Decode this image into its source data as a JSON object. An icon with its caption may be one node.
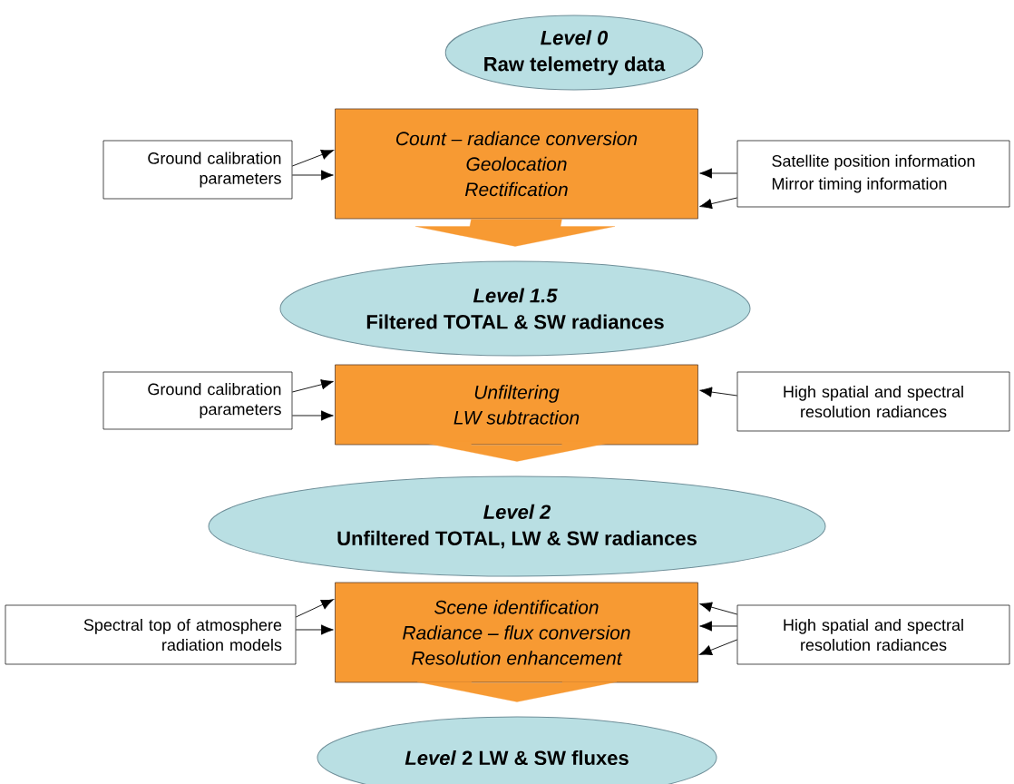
{
  "diagram": {
    "nodes": [
      {
        "text": [
          "Level 0",
          "Raw telemetry data"
        ]
      },
      {
        "text": [
          "Count – radiance conversion",
          "Geolocation",
          "Rectification"
        ]
      },
      {
        "text": [
          "Ground calibration parameters"
        ]
      },
      {
        "text": [
          "Satellite position information",
          "Mirror timing information"
        ]
      },
      {
        "text": [
          "Level 1.5",
          "Filtered TOTAL & SW radiances"
        ]
      },
      {
        "text": [
          "Unfiltering",
          "LW subtraction"
        ]
      },
      {
        "text": [
          "Ground calibration parameters"
        ]
      },
      {
        "text": [
          "High spatial and spectral resolution radiances"
        ]
      },
      {
        "text": [
          "Level 2",
          "Unfiltered TOTAL, LW & SW radiances"
        ]
      },
      {
        "text": [
          "Scene identification",
          "Radiance – flux conversion",
          "Resolution enhancement"
        ]
      },
      {
        "text": [
          "Spectral top of atmosphere radiation models"
        ]
      },
      {
        "text": [
          "High spatial and spectral resolution radiances"
        ]
      },
      {
        "text": [
          "*Level* 2 LW & SW fluxes"
        ]
      }
    ],
    "edges": [
      {
        "from": 2,
        "to": 1,
        "arrow": "to"
      },
      {
        "from": 2,
        "to": 1,
        "arrow": "to"
      },
      {
        "from": 3,
        "to": 1,
        "arrow": "to"
      },
      {
        "from": 3,
        "to": 1,
        "arrow": "to"
      },
      {
        "from": 1,
        "to": 4,
        "arrow": "to",
        "style": "thick",
        "color": "#f79a33"
      },
      {
        "from": 6,
        "to": 5,
        "arrow": "to"
      },
      {
        "from": 6,
        "to": 5,
        "arrow": "to"
      },
      {
        "from": 7,
        "to": 5,
        "arrow": "to"
      },
      {
        "from": 5,
        "to": 8,
        "arrow": "to",
        "style": "thick",
        "color": "#f79a33"
      },
      {
        "from": 10,
        "to": 9,
        "arrow": "to"
      },
      {
        "from": 10,
        "to": 9,
        "arrow": "to"
      },
      {
        "from": 11,
        "to": 9,
        "arrow": "to"
      },
      {
        "from": 11,
        "to": 9,
        "arrow": "to"
      },
      {
        "from": 11,
        "to": 9,
        "arrow": "to"
      },
      {
        "from": 9,
        "to": 12,
        "arrow": "to",
        "style": "thick",
        "color": "#f79a33"
      }
    ]
  }
}
